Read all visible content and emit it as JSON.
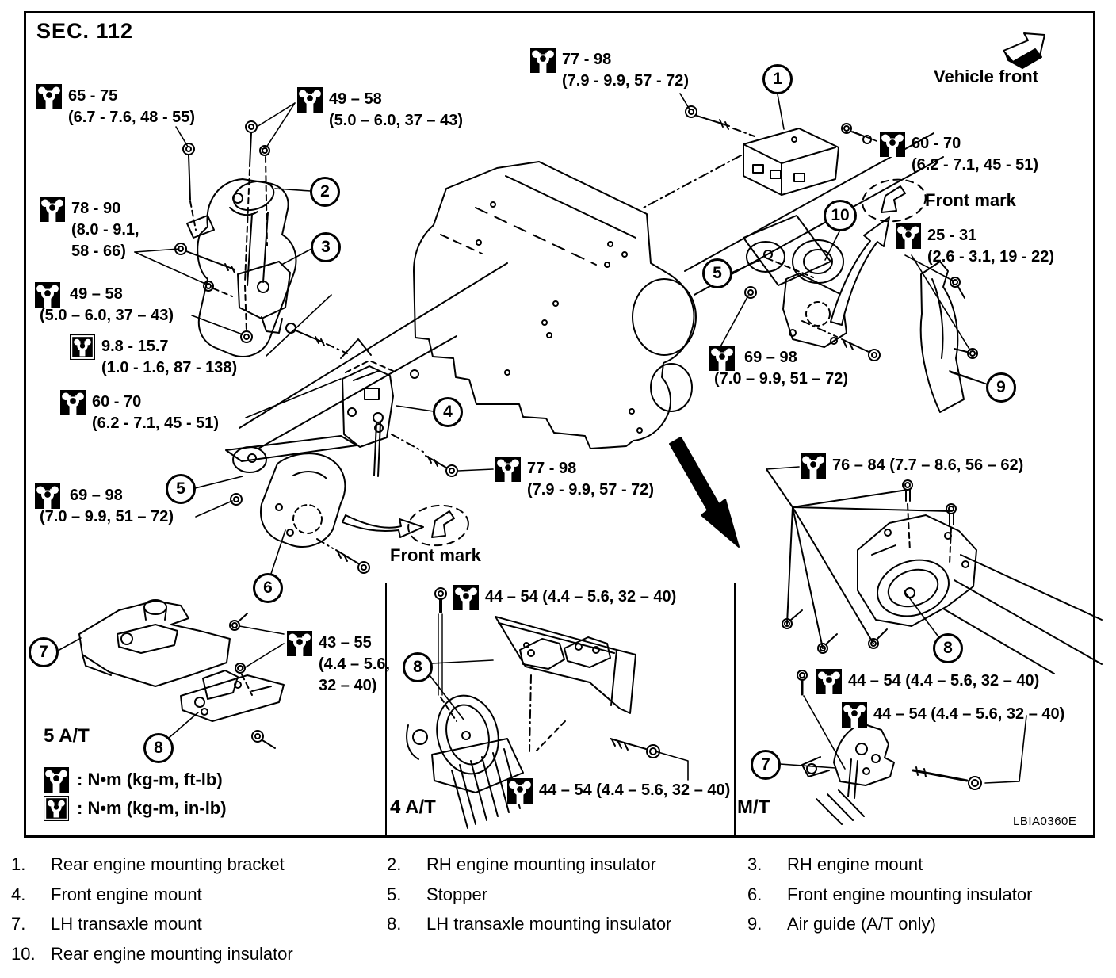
{
  "header": {
    "section": "SEC. 112",
    "vehicle_front": "Vehicle front",
    "image_code": "LBIA0360E"
  },
  "sections": {
    "five_at": "5 A/T",
    "four_at": "4 A/T",
    "mt": "M/T"
  },
  "front_marks": {
    "right": "Front mark",
    "center": "Front mark"
  },
  "units_key": {
    "ft": ": N•m  (kg-m,  ft-lb)",
    "in": ": N•m  (kg-m,  in-lb)"
  },
  "callout_labels": {
    "c1": "1",
    "c2": "2",
    "c3": "3",
    "c4": "4",
    "c5": "5",
    "c6": "6",
    "c7": "7",
    "c8": "8",
    "c9": "9",
    "c10": "10"
  },
  "torques": {
    "t65_75": {
      "l1": "65 - 75",
      "l2": "(6.7 - 7.6, 48 - 55)"
    },
    "t49_58_top": {
      "l1": "49 – 58",
      "l2": "(5.0 – 6.0, 37 – 43)"
    },
    "t77_98_top": {
      "l1": "77 - 98",
      "l2": "(7.9 - 9.9, 57 - 72)"
    },
    "t60_70_right": {
      "l1": "60 - 70",
      "l2": "(6.2 - 7.1, 45 - 51)"
    },
    "t25_31": {
      "l1": "25 - 31",
      "l2": "(2.6 - 3.1, 19 - 22)"
    },
    "t78_90": {
      "l1": "78 - 90",
      "l2": "(8.0 - 9.1,",
      "l3": "58 - 66)"
    },
    "t49_58_left": {
      "l1": "49 – 58",
      "l2": "(5.0 – 6.0, 37 – 43)"
    },
    "t9_8_15_7": {
      "l1": "9.8 - 15.7",
      "l2": "(1.0 - 1.6, 87 - 138)"
    },
    "t60_70_left": {
      "l1": "60 - 70",
      "l2": "(6.2 - 7.1, 45 - 51)"
    },
    "t69_98_left": {
      "l1": "69 – 98",
      "l2": "(7.0 – 9.9, 51 – 72)"
    },
    "t77_98_mid": {
      "l1": "77 - 98",
      "l2": "(7.9 - 9.9, 57 - 72)"
    },
    "t69_98_right": {
      "l1": "69 – 98",
      "l2": "(7.0 – 9.9, 51 – 72)"
    },
    "t43_55": {
      "l1": "43 – 55",
      "l2": "(4.4 – 5.6,",
      "l3": "32 – 40)"
    },
    "t44_54_4at_top": {
      "l1": "44 – 54 (4.4 – 5.6, 32 – 40)"
    },
    "t44_54_4at_bot": {
      "l1": "44 – 54 (4.4 – 5.6, 32 – 40)"
    },
    "t76_84": {
      "l1": "76 – 84 (7.7 – 8.6, 56 – 62)"
    },
    "t44_54_mt_1": {
      "l1": "44 – 54 (4.4 – 5.6, 32 – 40)"
    },
    "t44_54_mt_2": {
      "l1": "44 – 54 (4.4 – 5.6, 32 – 40)"
    }
  },
  "parts": [
    {
      "num": "1.",
      "label": "Rear engine mounting bracket"
    },
    {
      "num": "2.",
      "label": "RH engine mounting insulator"
    },
    {
      "num": "3.",
      "label": "RH engine mount"
    },
    {
      "num": "4.",
      "label": "Front engine mount"
    },
    {
      "num": "5.",
      "label": "Stopper"
    },
    {
      "num": "6.",
      "label": "Front engine mounting insulator"
    },
    {
      "num": "7.",
      "label": "LH transaxle mount"
    },
    {
      "num": "8.",
      "label": "LH transaxle mounting insulator"
    },
    {
      "num": "9.",
      "label": "Air guide (A/T only)"
    },
    {
      "num": "10.",
      "label": "Rear engine mounting insulator"
    }
  ]
}
